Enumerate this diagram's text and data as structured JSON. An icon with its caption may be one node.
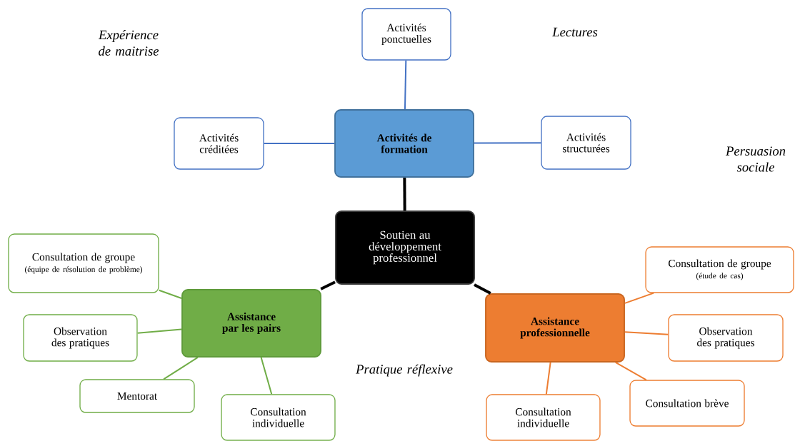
{
  "diagram": {
    "nodes": [
      {
        "text": [
          "Activités ponctuelles"
        ]
      },
      {
        "text": [
          "Activités créditées"
        ]
      },
      {
        "text": [
          "Activités de formation"
        ]
      },
      {
        "text": [
          "Activités structurées"
        ]
      },
      {
        "text": [
          "Soutien au développement professionnel"
        ]
      },
      {
        "text": [
          "Consultation de groupe",
          "(équipe de résolution de problème)"
        ]
      },
      {
        "text": [
          "Consultation de groupe",
          "(étude de cas)"
        ]
      },
      {
        "text": [
          "Assistance par les pairs"
        ]
      },
      {
        "text": [
          "Assistance professionnelle"
        ]
      },
      {
        "text": [
          "Observation des pratiques"
        ]
      },
      {
        "text": [
          "Observation des pratiques"
        ]
      },
      {
        "text": [
          "Mentorat"
        ]
      },
      {
        "text": [
          "Consultation brève"
        ]
      },
      {
        "text": [
          "Consultation individuelle"
        ]
      },
      {
        "text": [
          "Consultation individuelle"
        ]
      }
    ],
    "edges": [
      {
        "from": 2,
        "to": 0,
        "arrow": "none",
        "color": "#4472c4"
      },
      {
        "from": 2,
        "to": 1,
        "arrow": "none",
        "color": "#4472c4"
      },
      {
        "from": 2,
        "to": 3,
        "arrow": "none",
        "color": "#4472c4"
      },
      {
        "from": 4,
        "to": 2,
        "arrow": "none",
        "style": "thick",
        "color": "#000000"
      },
      {
        "from": 4,
        "to": 7,
        "arrow": "none",
        "style": "thick",
        "color": "#000000"
      },
      {
        "from": 4,
        "to": 8,
        "arrow": "none",
        "style": "thick",
        "color": "#000000"
      },
      {
        "from": 7,
        "to": 5,
        "arrow": "none",
        "color": "#70ad47"
      },
      {
        "from": 7,
        "to": 9,
        "arrow": "none",
        "color": "#70ad47"
      },
      {
        "from": 7,
        "to": 11,
        "arrow": "none",
        "color": "#70ad47"
      },
      {
        "from": 7,
        "to": 13,
        "arrow": "none",
        "color": "#70ad47"
      },
      {
        "from": 8,
        "to": 6,
        "arrow": "none",
        "color": "#ed7d31"
      },
      {
        "from": 8,
        "to": 10,
        "arrow": "none",
        "color": "#ed7d31"
      },
      {
        "from": 8,
        "to": 12,
        "arrow": "none",
        "color": "#ed7d31"
      },
      {
        "from": 8,
        "to": 14,
        "arrow": "none",
        "color": "#ed7d31"
      }
    ],
    "labels": [
      "Expérience de maitrise",
      "Lectures",
      "Persuasion sociale",
      "Pratique réflexive"
    ]
  }
}
